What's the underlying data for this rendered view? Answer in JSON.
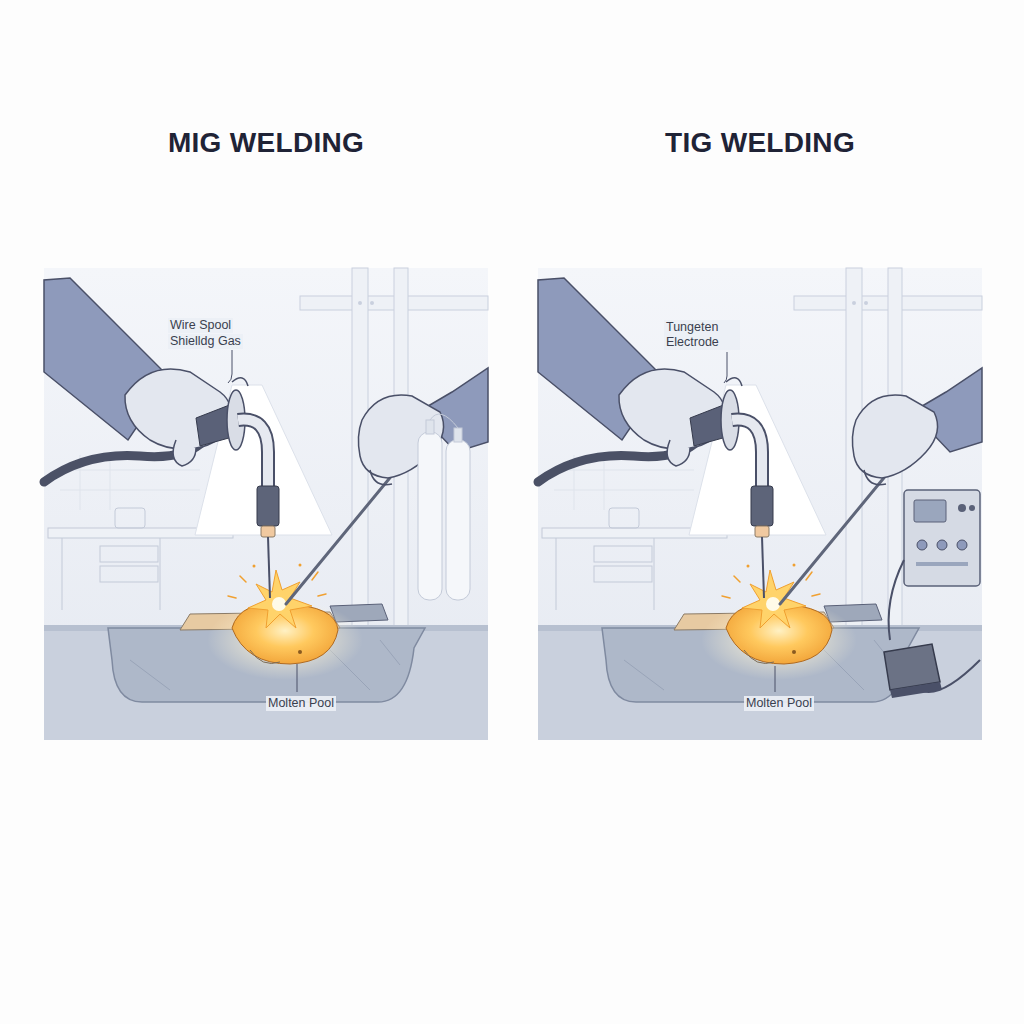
{
  "diagram": {
    "nodes": [
      {
        "text": [
          "MIG WELDING"
        ]
      },
      {
        "text": [
          "TIG WELDING"
        ]
      }
    ],
    "labels": [
      "Wire Spool",
      "Shielldg Gas",
      "Molten Pool",
      "Tungeten Electrode",
      "Molten Pool"
    ]
  }
}
